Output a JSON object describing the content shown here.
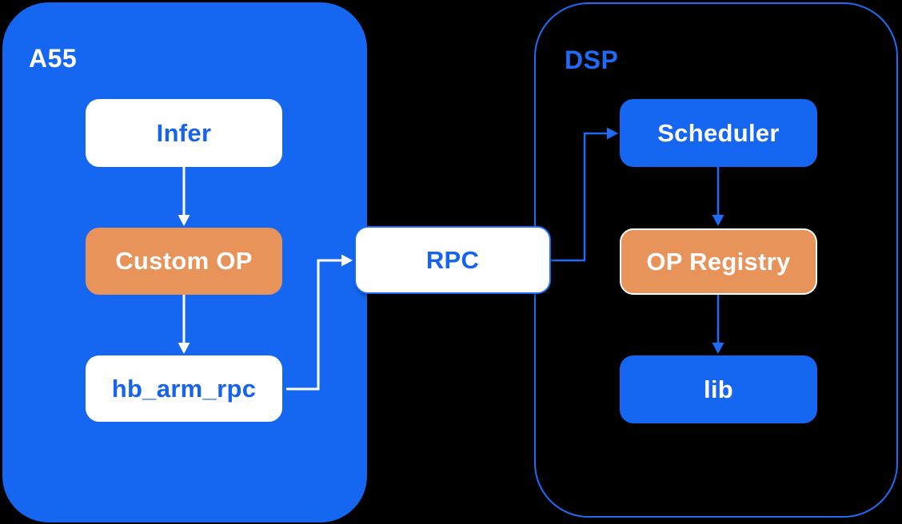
{
  "diagram": {
    "background_color": "#000000",
    "colors": {
      "blue_fill": "#1566F0",
      "blue_line": "#1E6CF6",
      "blue_text": "#1663EE",
      "orange_fill": "#E8935A",
      "white": "#FFFFFF"
    },
    "groups": {
      "a55": {
        "label": "A55"
      },
      "dsp": {
        "label": "DSP"
      }
    },
    "nodes": {
      "infer": {
        "label": "Infer",
        "group": "A55"
      },
      "custom_op": {
        "label": "Custom OP",
        "group": "A55"
      },
      "hb_arm_rpc": {
        "label": "hb_arm_rpc",
        "group": "A55"
      },
      "rpc": {
        "label": "RPC",
        "group": "bridge"
      },
      "scheduler": {
        "label": "Scheduler",
        "group": "DSP"
      },
      "op_registry": {
        "label": "OP Registry",
        "group": "DSP"
      },
      "lib": {
        "label": "lib",
        "group": "DSP"
      }
    },
    "edges": [
      {
        "from": "Infer",
        "to": "Custom OP",
        "color": "white"
      },
      {
        "from": "Custom OP",
        "to": "hb_arm_rpc",
        "color": "white"
      },
      {
        "from": "hb_arm_rpc",
        "to": "RPC",
        "color": "white"
      },
      {
        "from": "RPC",
        "to": "Scheduler",
        "color": "blue"
      },
      {
        "from": "Scheduler",
        "to": "OP Registry",
        "color": "blue"
      },
      {
        "from": "OP Registry",
        "to": "lib",
        "color": "blue"
      }
    ]
  }
}
